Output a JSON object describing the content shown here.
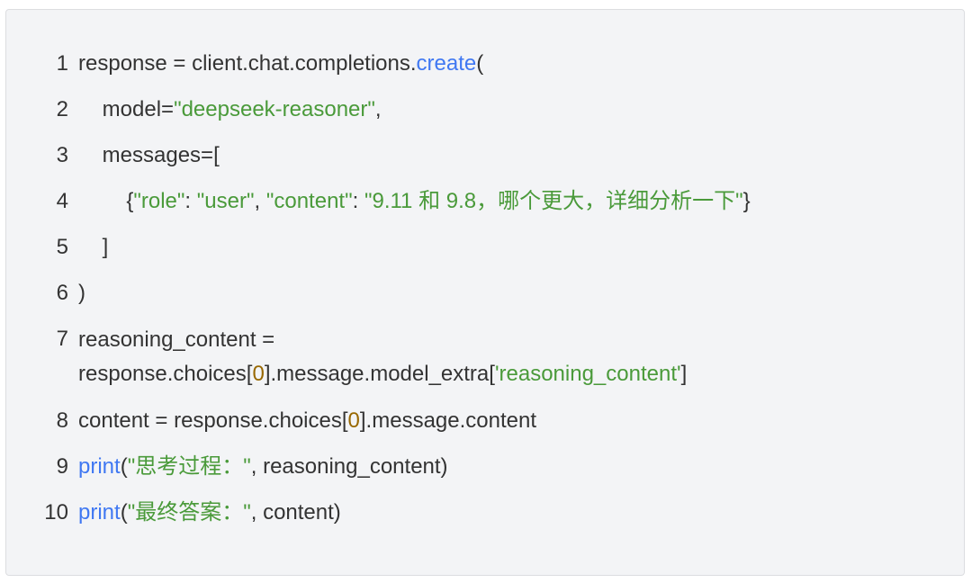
{
  "colors": {
    "default": "#333333",
    "string": "#4a9a3a",
    "function": "#4078f2",
    "number": "#986801"
  },
  "lines": [
    {
      "num": "1",
      "tokens": [
        [
          "default",
          "response = client.chat.completions."
        ],
        [
          "function",
          "create"
        ],
        [
          "default",
          "("
        ]
      ]
    },
    {
      "num": "2",
      "tokens": [
        [
          "default",
          "    model="
        ],
        [
          "string",
          "\"deepseek-reasoner\""
        ],
        [
          "default",
          ","
        ]
      ]
    },
    {
      "num": "3",
      "tokens": [
        [
          "default",
          "    messages=["
        ]
      ]
    },
    {
      "num": "4",
      "tokens": [
        [
          "default",
          "        {"
        ],
        [
          "string",
          "\"role\""
        ],
        [
          "default",
          ": "
        ],
        [
          "string",
          "\"user\""
        ],
        [
          "default",
          ", "
        ],
        [
          "string",
          "\"content\""
        ],
        [
          "default",
          ": "
        ],
        [
          "string",
          "\"9.11 和 9.8，哪个更大，详细分析一下\""
        ],
        [
          "default",
          "}"
        ]
      ]
    },
    {
      "num": "5",
      "tokens": [
        [
          "default",
          "    ]"
        ]
      ]
    },
    {
      "num": "6",
      "tokens": [
        [
          "default",
          ")"
        ]
      ]
    },
    {
      "num": "7",
      "tokens": [
        [
          "default",
          "reasoning_content = response.choices["
        ],
        [
          "number",
          "0"
        ],
        [
          "default",
          "].message.model_extra["
        ],
        [
          "string",
          "'reasoning_content'"
        ],
        [
          "default",
          "]"
        ]
      ]
    },
    {
      "num": "8",
      "tokens": [
        [
          "default",
          "content = response.choices["
        ],
        [
          "number",
          "0"
        ],
        [
          "default",
          "].message.content"
        ]
      ]
    },
    {
      "num": "9",
      "tokens": [
        [
          "function",
          "print"
        ],
        [
          "default",
          "("
        ],
        [
          "string",
          "\"思考过程：\""
        ],
        [
          "default",
          ", reasoning_content)"
        ]
      ]
    },
    {
      "num": "10",
      "tokens": [
        [
          "function",
          "print"
        ],
        [
          "default",
          "("
        ],
        [
          "string",
          "\"最终答案：\""
        ],
        [
          "default",
          ", content)"
        ]
      ]
    }
  ]
}
